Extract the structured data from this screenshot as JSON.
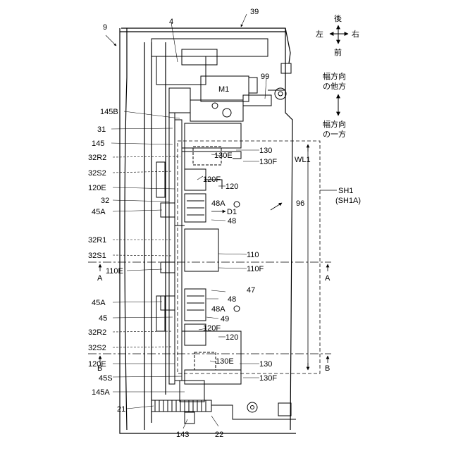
{
  "figure": {
    "labels": {
      "n9": "9",
      "n39": "39",
      "n4": "4",
      "m1": "M1",
      "n99": "99",
      "n145b": "145B",
      "n31": "31",
      "n145": "145",
      "n32r2a": "32R2",
      "n130e_a": "130E",
      "n130_a": "130",
      "n130f_a": "130F",
      "n32s2a": "32S2",
      "n120f_a": "120F",
      "n120_a": "120",
      "n120e_a": "120E",
      "n32": "32",
      "n48a_a": "48A",
      "d1": "D1",
      "n45a_a": "45A",
      "n48_a": "48",
      "n32r1": "32R1",
      "n110": "110",
      "n32s1": "32S1",
      "n110e": "110E",
      "n110f": "110F",
      "n47": "47",
      "n45a_b": "45A",
      "n48_b": "48",
      "n45": "45",
      "n48a_b": "48A",
      "n49": "49",
      "n32r2b": "32R2",
      "n120f_b": "120F",
      "n120_b": "120",
      "n32s2b": "32S2",
      "n120e_b": "120E",
      "n130e_b": "130E",
      "n130_b": "130",
      "n45s": "45S",
      "n130f_b": "130F",
      "n145a": "145A",
      "n21": "21",
      "n143": "143",
      "n22": "22",
      "wl1": "WL1",
      "n96": "96",
      "sh1": "SH1",
      "sh1a": "(SH1A)",
      "sec_a_left": "A",
      "sec_a_right": "A",
      "sec_b_left": "B",
      "sec_b_right": "B"
    },
    "orientation": {
      "back": "後",
      "left": "左",
      "right": "右",
      "front": "前",
      "width_other_1": "幅方向",
      "width_other_2": "の他方",
      "width_one_1": "幅方向",
      "width_one_2": "の一方"
    }
  }
}
